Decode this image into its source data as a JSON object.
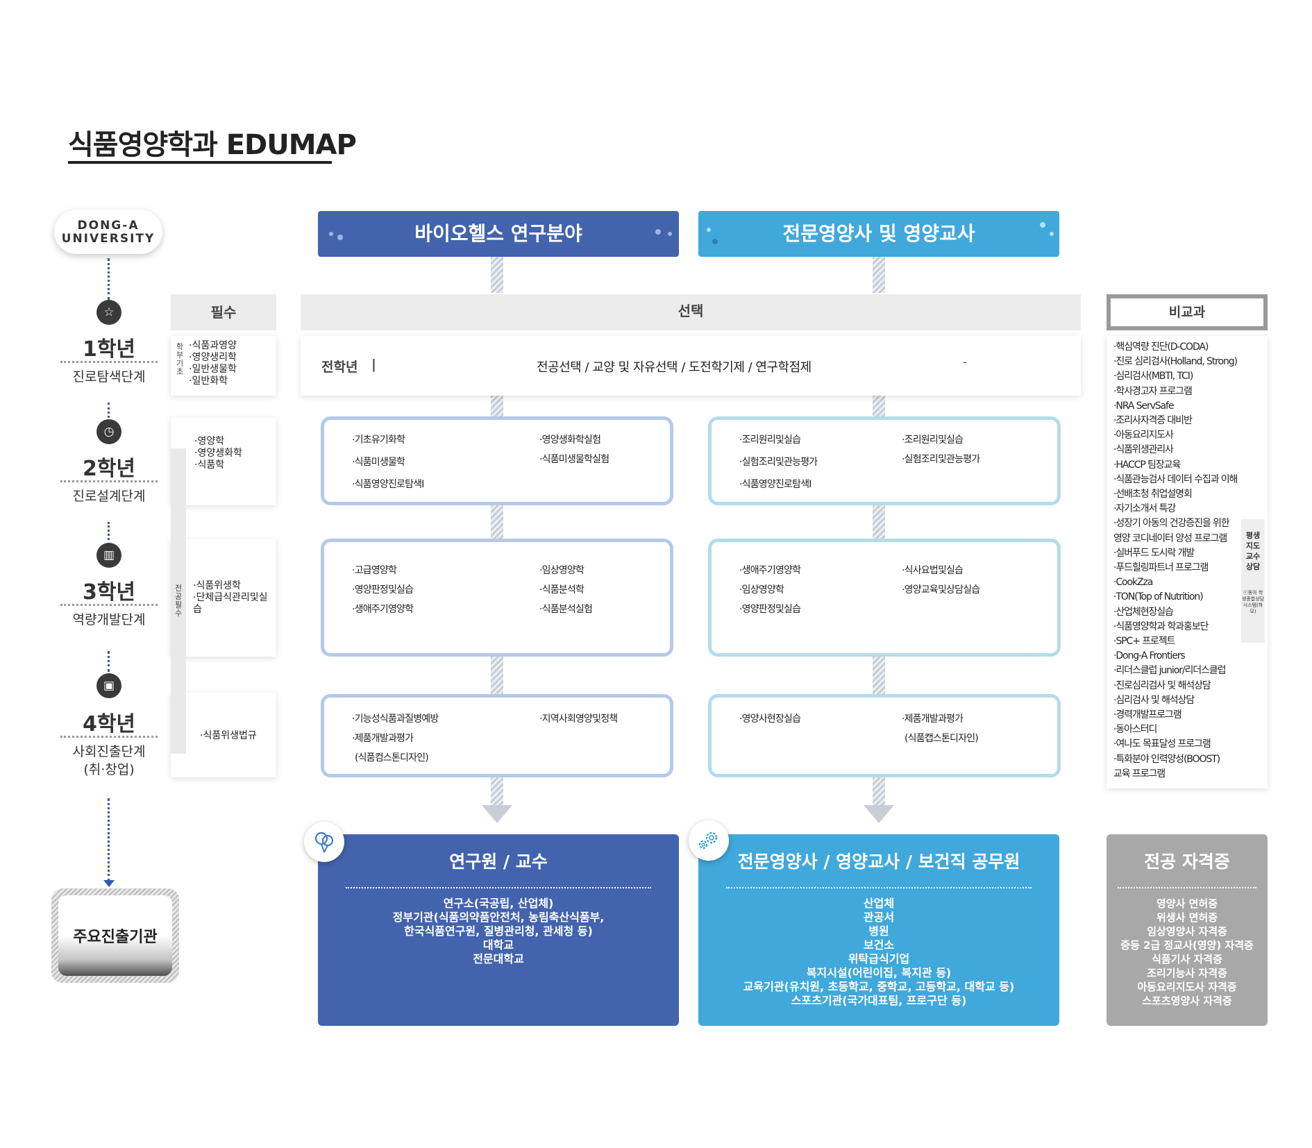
{
  "header": {
    "title": "식품영양학과 EDUMAP"
  },
  "logo": {
    "line1": "DONG-A",
    "line2": "UNIVERSITY"
  },
  "years": [
    {
      "title": "1학년",
      "sub": "진로탐색단계",
      "icon": "star-icon",
      "glyph": "☆"
    },
    {
      "title": "2학년",
      "sub": "진로설계단계",
      "icon": "clock-icon",
      "glyph": "◷"
    },
    {
      "title": "3학년",
      "sub": "역량개발단계",
      "icon": "chart-icon",
      "glyph": "▥"
    },
    {
      "title": "4학년",
      "sub": "사회진출단계",
      "sub2": "(취·창업)",
      "icon": "briefcase-icon",
      "glyph": "▣"
    }
  ],
  "tracks": {
    "left": {
      "title": "바이오헬스 연구분야",
      "color": "#4363ad"
    },
    "right": {
      "title": "전문영양사 및 영양교사",
      "color": "#41a8db"
    }
  },
  "headers": {
    "required": "필수",
    "elective": "선택",
    "extracurricular": "비교과"
  },
  "required": {
    "y1_tag": "학부기초",
    "y1": [
      "·식품과영양",
      "·영양생리학",
      "·일반생물학",
      "·일반화학"
    ],
    "y2": [
      "·영양학",
      "·영양생화학",
      "·식품학"
    ],
    "major_tag": "전공필수",
    "y3": [
      "·식품위생학",
      "·단체급식관리및실습"
    ],
    "y4": [
      "·식품위생법규"
    ]
  },
  "y1_row": {
    "label": "전학년",
    "bar": "|",
    "text": "전공선택 / 교양 및 자유선택 / 도전학기제 / 연구학점제",
    "dash": "-"
  },
  "courses": {
    "left": {
      "y2": {
        "col1": [
          "·기초유기화학",
          "·식품미생물학",
          "·식품영양진로탐색Ⅰ"
        ],
        "col2": [
          "·영양생화학실험",
          "·식품미생물학실험"
        ]
      },
      "y3": {
        "col1": [
          "·고급영양학",
          "·영양판정및실습",
          "·생애주기영양학"
        ],
        "col2": [
          "·임상영양학",
          "·식품분석학",
          "·식품분석실험"
        ]
      },
      "y4": {
        "col1": [
          "·기능성식품과질병예방",
          "·제품개발과평가",
          "(식품컴스톤디자인)"
        ],
        "col2": [
          "·지역사회영양및정책"
        ]
      }
    },
    "right": {
      "y2": {
        "col1": [
          "·조리원리및실습",
          "·실험조리및관능평가",
          "·식품영양진로탐색Ⅰ"
        ],
        "col2": [
          "·조리원리및실습",
          "·실험조리및관능평가"
        ]
      },
      "y3": {
        "col1": [
          "·생애주기영양학",
          "·임상영양학",
          "·영양판정및실습"
        ],
        "col2": [
          "·식사요법및실습",
          "·영양교육및상담실습"
        ]
      },
      "y4": {
        "col1": [
          "·영양사현장실습"
        ],
        "col2": [
          "·제품개발과평가",
          "(식품캡스톤디자인)"
        ]
      }
    }
  },
  "extracurricular": {
    "items": [
      "·핵심역량 진단(D-CODA)",
      "·진로 심리검사(Holland, Strong)",
      "·심리검사(MBTI, TCI)",
      "·학사경고자 프로그램",
      "·NRA ServSafe",
      "·조리사자격증 대비반",
      "·아동요리지도사",
      "·식품위생관리사",
      "·HACCP 팀장교육",
      "·식품관능검사 데이터 수집과 이해",
      "·선배초청 취업설명회",
      "·자기소개서 특강",
      "·성장기 아동의 건강증진을 위한",
      "영양 코디네이터 양성 프로그램",
      "·실버푸드 도시락 개발",
      "·푸드힐링파트너 프로그램",
      "·CookZza",
      "·TON(Top of Nutrition)",
      "·산업체현장실습",
      "·식품영양학과 학과홍보단",
      "·SPC+ 프로젝트",
      "·Dong-A Frontiers",
      "·리더스클럽 junior/리더스클럽",
      "·진로심리검사 및 해석상담",
      "·심리검사 및 해석상담",
      "·경력개발프로그램",
      "·동아스터디",
      "·여나도 목표달성 프로그램",
      "·특화분야 인력양성(BOOST)",
      "교육 프로그램"
    ],
    "side_tag": "평생지도교수상담",
    "side_sub": "ⓒ동아 학생종합상담시스템(하모)"
  },
  "destinations": {
    "label": "주요진출기관",
    "left": {
      "title": "연구원 / 교수",
      "icon": "balloons-icon",
      "lines": [
        "연구소(국공립, 산업체)",
        "정부기관(식품의약품안전처, 농림축산식품부,",
        "한국식품연구원, 질병관리청, 관세청 등)",
        "대학교",
        "전문대학교"
      ]
    },
    "right": {
      "title": "전문영양사 / 영양교사 / 보건직 공무원",
      "icon": "gears-icon",
      "lines": [
        "산업체",
        "관공서",
        "병원",
        "보건소",
        "위탁급식기업",
        "복지시설(어린이집, 복지관 등)",
        "교육기관(유치원, 초등학교, 중학교, 고등학교, 대학교 등)",
        "스포츠기관(국가대표팀, 프로구단 등)"
      ]
    },
    "cert": {
      "title": "전공 자격증",
      "color": "#a8a8a8",
      "lines": [
        "영양사 면허증",
        "위생사 면허증",
        "임상영양사 자격증",
        "중등 2급 정교사(영양) 자격증",
        "식품기사 자격증",
        "조리기능사 자격증",
        "아동요리지도사 자격증",
        "스포츠영양사 자격증"
      ]
    }
  }
}
